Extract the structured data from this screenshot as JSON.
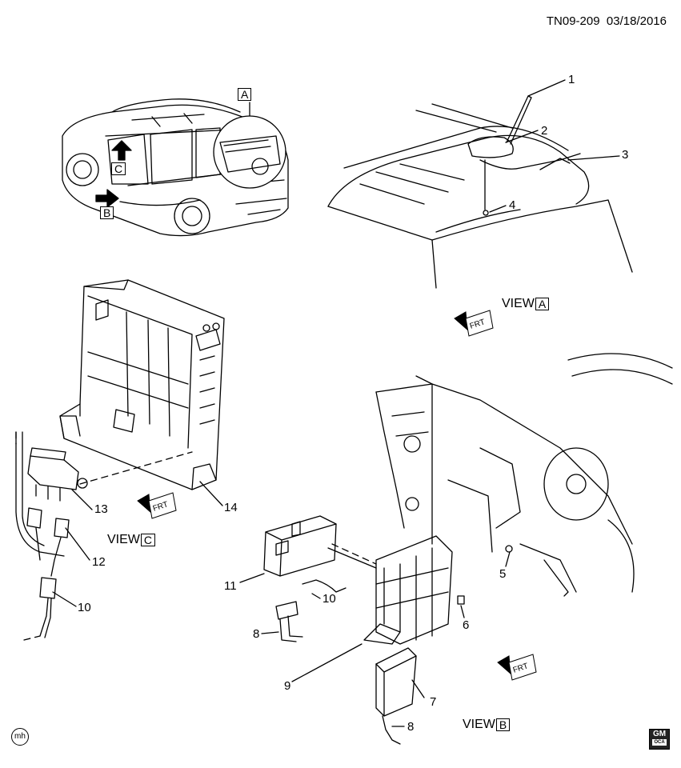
{
  "header": {
    "doc_id": "TN09-209",
    "date": "03/18/2016"
  },
  "callouts": {
    "c1": "1",
    "c2": "2",
    "c3": "3",
    "c4": "4",
    "c5": "5",
    "c6": "6",
    "c7": "7",
    "c8a": "8",
    "c8b": "8",
    "c9": "9",
    "c10a": "10",
    "c10b": "10",
    "c11": "11",
    "c12": "12",
    "c13": "13",
    "c14": "14"
  },
  "views": {
    "a_word": "VIEW",
    "a_letter": "A",
    "b_word": "VIEW",
    "b_letter": "B",
    "c_word": "VIEW",
    "c_letter": "C"
  },
  "vehicle_markers": {
    "a": "A",
    "b": "B",
    "c": "C"
  },
  "front_arrows": {
    "label": "FRT"
  },
  "corner_marks": {
    "left": "mh",
    "gm_top": "GM",
    "gm_bottom": "OCA"
  }
}
